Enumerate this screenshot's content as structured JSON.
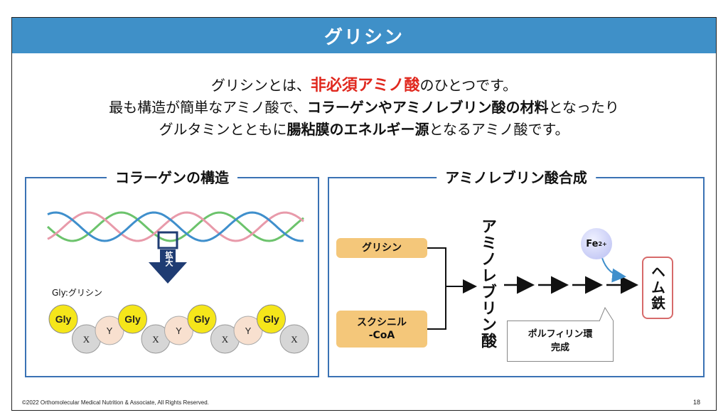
{
  "title": "グリシン",
  "intro": {
    "line1_pre": "グリシンとは、",
    "line1_em": "非必須アミノ酸",
    "line1_post": "のひとつです。",
    "line2_pre": "最も構造が簡単なアミノ酸で、",
    "line2_bold": "コラーゲンやアミノレブリン酸の材料",
    "line2_post": "となったり",
    "line3_pre": "グルタミンとともに",
    "line3_bold": "腸粘膜のエネルギー源",
    "line3_post": "となるアミノ酸です。"
  },
  "collagen_panel": {
    "title": "コラーゲンの構造",
    "zoom_label": "拡大",
    "gly_legend": "Gly:グリシン",
    "beads": [
      {
        "label": "Gly",
        "kind": "gly"
      },
      {
        "label": "X",
        "kind": "x"
      },
      {
        "label": "Y",
        "kind": "y"
      },
      {
        "label": "Gly",
        "kind": "gly"
      },
      {
        "label": "X",
        "kind": "x"
      },
      {
        "label": "Y",
        "kind": "y"
      },
      {
        "label": "Gly",
        "kind": "gly"
      },
      {
        "label": "X",
        "kind": "x"
      },
      {
        "label": "Y",
        "kind": "y"
      },
      {
        "label": "Gly",
        "kind": "gly"
      },
      {
        "label": "X",
        "kind": "x"
      }
    ],
    "colors": {
      "strand_green": "#6cc36c",
      "strand_pink": "#e89aaa",
      "strand_blue": "#3f8fcc",
      "gly": "#f5e61a",
      "x": "#d6d6d6",
      "y": "#f8e0cf",
      "arrow": "#1f3c73"
    }
  },
  "ala_panel": {
    "title": "アミノレブリン酸合成",
    "input1": "グリシン",
    "input2_line1": "スクシニル",
    "input2_line2": "-CoA",
    "product": "アミノレブリン酸",
    "callout_line1": "ポルフィリン環",
    "callout_line2": "完成",
    "fe_label": "Fe",
    "fe_charge": "2+",
    "heme": "ヘム鉄"
  },
  "footer": {
    "copyright": "©2022 Orthomolecular Medical Nutrition & Associate, All Rights Reserved.",
    "page": "18"
  }
}
